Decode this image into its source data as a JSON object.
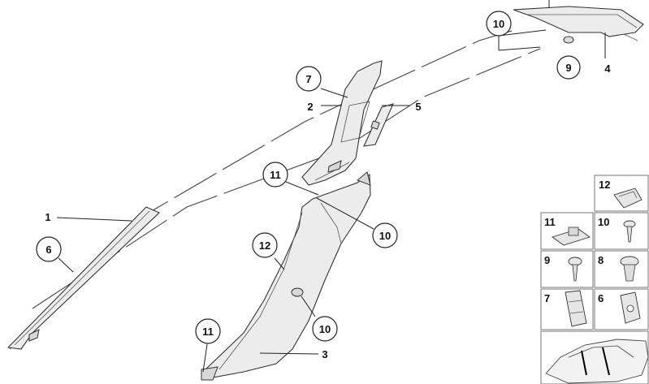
{
  "callouts": {
    "c10_top": "10",
    "c9": "9",
    "c7": "7",
    "c11_mid": "11",
    "c10_mid": "10",
    "c12": "12",
    "c6": "6",
    "c10_low": "10",
    "c11_low": "11"
  },
  "plain_labels": {
    "l4": "4",
    "l2": "2",
    "l5": "5",
    "l1": "1",
    "l3": "3"
  },
  "fastener_panel": {
    "cells": [
      {
        "label": "12",
        "icon": "trim-clip"
      },
      {
        "label": "11",
        "icon": "clip-nut"
      },
      {
        "label": "10",
        "icon": "screw"
      },
      {
        "label": "9",
        "icon": "screw"
      },
      {
        "label": "8",
        "icon": "expansion-rivet"
      },
      {
        "label": "7",
        "icon": "spring-clip"
      },
      {
        "label": "6",
        "icon": "plastic-clip"
      }
    ],
    "car_thumbnail": "car-outline-icon"
  }
}
